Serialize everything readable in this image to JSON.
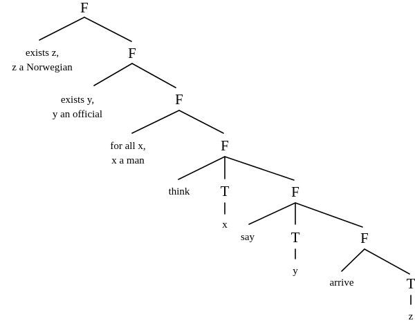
{
  "diagram": {
    "type": "syntax-tree",
    "nodes": {
      "root": {
        "label": "F"
      },
      "f2": {
        "label": "F"
      },
      "f3": {
        "label": "F"
      },
      "f4": {
        "label": "F"
      },
      "f5": {
        "label": "F"
      },
      "f6": {
        "label": "F"
      },
      "t_x": {
        "label": "T"
      },
      "t_y": {
        "label": "T"
      },
      "t_z": {
        "label": "T"
      }
    },
    "leaves": {
      "quant_z_line1": "exists z,",
      "quant_z_line2": "z a Norwegian",
      "quant_y_line1": "exists y,",
      "quant_y_line2": "y an official",
      "quant_x_line1": "for all x,",
      "quant_x_line2": "x a man",
      "think": "think",
      "var_x": "x",
      "say": "say",
      "var_y": "y",
      "arrive": "arrive",
      "var_z": "z"
    },
    "edges": [
      [
        "root",
        "quant_z"
      ],
      [
        "root",
        "f2"
      ],
      [
        "f2",
        "quant_y"
      ],
      [
        "f2",
        "f3"
      ],
      [
        "f3",
        "quant_x"
      ],
      [
        "f3",
        "f4"
      ],
      [
        "f4",
        "think"
      ],
      [
        "f4",
        "t_x"
      ],
      [
        "f4",
        "f5"
      ],
      [
        "t_x",
        "var_x"
      ],
      [
        "f5",
        "say"
      ],
      [
        "f5",
        "t_y"
      ],
      [
        "f5",
        "f6"
      ],
      [
        "t_y",
        "var_y"
      ],
      [
        "f6",
        "arrive"
      ],
      [
        "f6",
        "t_z"
      ],
      [
        "t_z",
        "var_z"
      ]
    ]
  }
}
